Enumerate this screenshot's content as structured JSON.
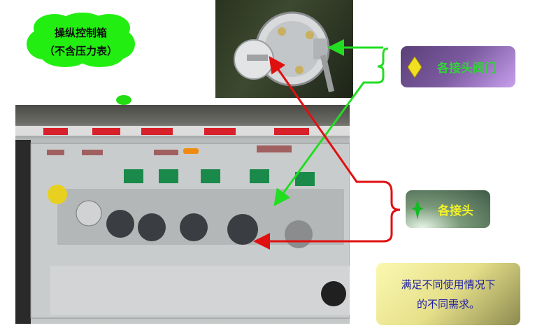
{
  "callout": {
    "line1": "操纵控制箱",
    "line2": "（不含压力表）"
  },
  "labels": {
    "valves": "各接头阀门",
    "joints": "各接头",
    "note_line1": "满足不同使用情况下",
    "note_line2": "的不同需求。"
  },
  "colors": {
    "green_arrow": "#22dd22",
    "red_arrow": "#e01010",
    "cloud": "#22ee11"
  }
}
